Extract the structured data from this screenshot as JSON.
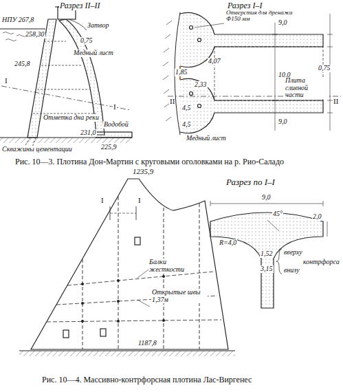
{
  "diagram": {
    "caption": "Рис. 10—3. Плотина Дон-Мартин с круговыми оголовками на р. Рио-Саладо",
    "labels": [
      "Разрез II–II",
      "НПУ 267,8",
      "Затвор",
      "258,30",
      "0,75",
      "Медный лист",
      "245,8",
      "I",
      "I",
      "Отметка дна реки",
      "Водобой",
      "231,0",
      "225,9",
      "Скважины цементации",
      "Разрез I–I",
      "Отверстия для дренажа Ф150 мм",
      "9,0",
      "0,75",
      "4,07",
      "1,85",
      "2,33",
      "10,0",
      "II",
      "II",
      "Плита сливной части",
      "4,5",
      "4,5",
      "9,0",
      "Медный лист",
      "1235,9",
      "I",
      "I",
      "Разрез по I–I",
      "9,0",
      "R=4,0",
      "45°",
      "2,0",
      "1,52",
      "3,15",
      "вверху",
      "внизу",
      "контрфорса",
      "Балки жесткости",
      "Открытые швы 1,37м",
      "1187,8",
      "Рис. 10—4. Массивно-контрфорсная плотина Лас-Виргенес"
    ]
  }
}
